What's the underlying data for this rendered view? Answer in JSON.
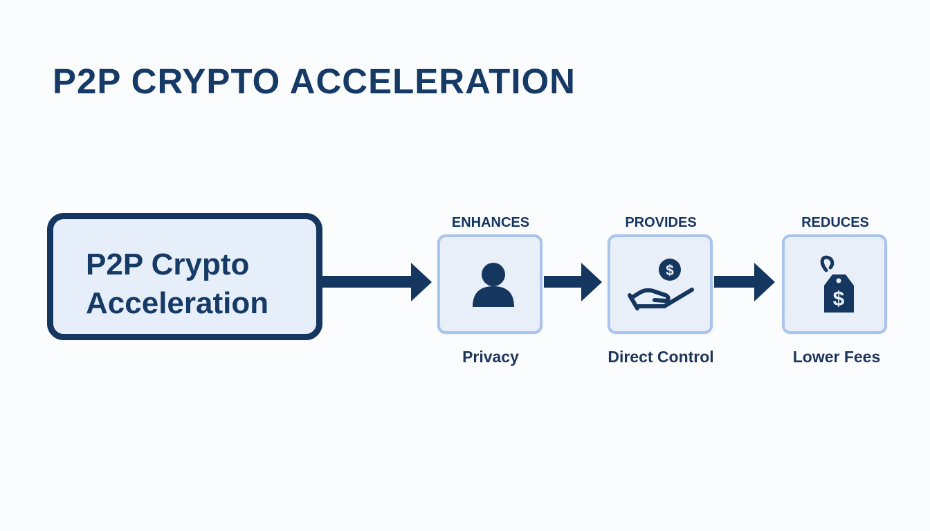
{
  "title": "P2P CRYPTO ACCELERATION",
  "main_node": {
    "line1": "P2P Crypto",
    "line2": "Acceleration"
  },
  "steps": [
    {
      "relation": "ENHANCES",
      "label": "Privacy",
      "icon": "person-icon"
    },
    {
      "relation": "PROVIDES",
      "label": "Direct Control",
      "icon": "hand-coin-icon"
    },
    {
      "relation": "REDUCES",
      "label": "Lower Fees",
      "icon": "price-tag-dollar-icon"
    }
  ],
  "icon_glyphs": {
    "coin": "$",
    "tag": "$"
  },
  "colors": {
    "primary_dark": "#14365f",
    "box_fill": "#e6eef9",
    "box_border_light": "#a9c4ec",
    "background": "#fbfcfe"
  }
}
